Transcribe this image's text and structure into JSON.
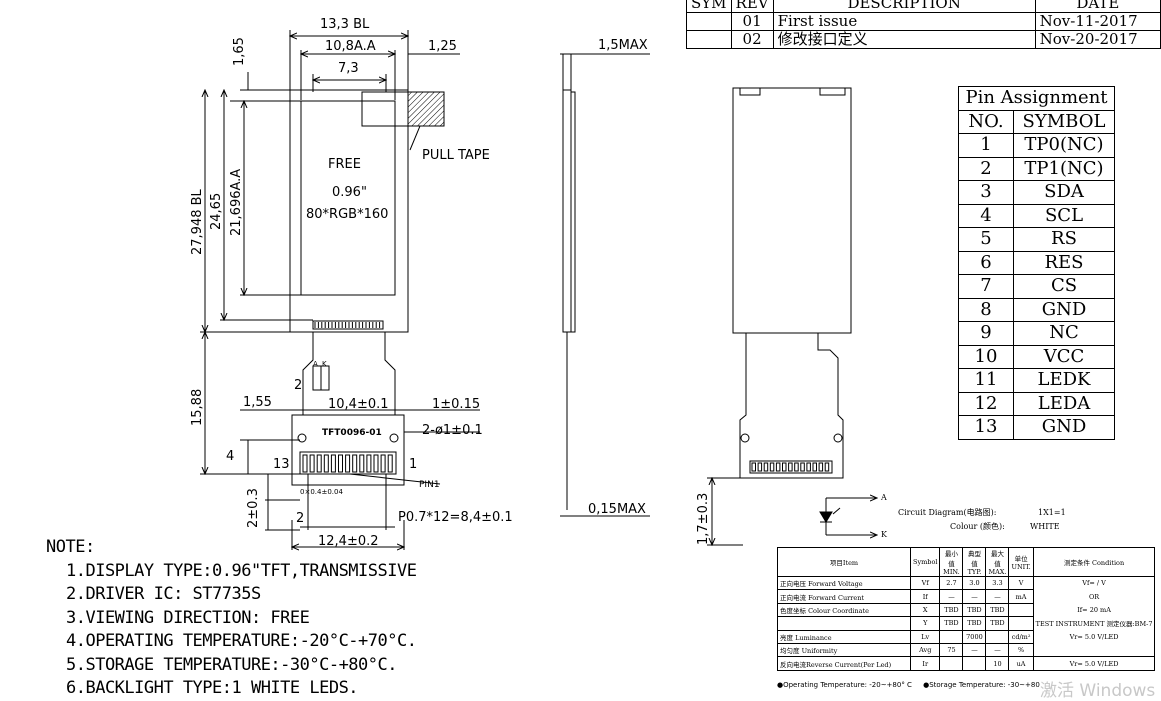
{
  "revision_table": {
    "headers": [
      "SYM",
      "REV",
      "DESCRIPTION",
      "DATE"
    ],
    "rows": [
      {
        "sym": "",
        "rev": "01",
        "description": "First issue",
        "date": "Nov-11-2017"
      },
      {
        "sym": "",
        "rev": "02",
        "description": "修改接口定义",
        "date": "Nov-20-2017"
      }
    ]
  },
  "pin_assignment": {
    "title": "Pin Assignment",
    "col_no": "NO.",
    "col_symbol": "SYMBOL",
    "pins": [
      {
        "no": "1",
        "symbol": "TP0(NC)"
      },
      {
        "no": "2",
        "symbol": "TP1(NC)"
      },
      {
        "no": "3",
        "symbol": "SDA"
      },
      {
        "no": "4",
        "symbol": "SCL"
      },
      {
        "no": "5",
        "symbol": "RS"
      },
      {
        "no": "6",
        "symbol": "RES"
      },
      {
        "no": "7",
        "symbol": "CS"
      },
      {
        "no": "8",
        "symbol": "GND"
      },
      {
        "no": "9",
        "symbol": "NC"
      },
      {
        "no": "10",
        "symbol": "VCC"
      },
      {
        "no": "11",
        "symbol": "LEDK"
      },
      {
        "no": "12",
        "symbol": "LEDA"
      },
      {
        "no": "13",
        "symbol": "GND"
      }
    ]
  },
  "front_view": {
    "dim_outline_width": "13,3 BL",
    "dim_active_width": "10,8A.A",
    "dim_inner_width": "7,3",
    "dim_top": "1,65",
    "dim_right": "1,25",
    "dim_total_height": "27,948 BL",
    "dim_height_2": "24,65",
    "dim_active_height": "21,696A.A",
    "screen_line1": "FREE",
    "screen_line2": "0.96\"",
    "screen_line3": "80*RGB*160",
    "pull_tape": "PULL TAPE",
    "dim_fpc_height": "15,88",
    "dim_1_55": "1,55",
    "dim_fpc_width": "10,4±0.1",
    "dim_tol": "1±0.15",
    "dim_hole": "2-ø1±0.1",
    "fpc_part": "TFT0096-01",
    "dim_4": "4",
    "dim_2a": "2",
    "dim_2b": "2",
    "pin_13": "13",
    "pin_1": "1",
    "pin1_label": "PIN1",
    "dim_2_0_3": "2±0.3",
    "dim_12_4": "12,4±0.2",
    "dim_pitch": "P0.7*12=8,4±0.1",
    "small_text": "0×0.4±0.04",
    "ak_a": "A",
    "ak_k": "K"
  },
  "side_view": {
    "dim_top": "1,5MAX",
    "dim_bottom": "0,15MAX"
  },
  "back_view": {
    "dim_side": "1,7±0.3"
  },
  "circuit": {
    "a": "A",
    "k": "K",
    "label": "Circuit Diagram(电路图):",
    "value": "1X1=1",
    "colour_label": "Colour (颜色):",
    "colour_value": "WHITE"
  },
  "spec_table": {
    "headers": [
      "项目Item",
      "Symbol",
      "最小值 MIN.",
      "典型值 TYP.",
      "最大值 MAX.",
      "单位 UNIT.",
      "测定条件 Condition"
    ],
    "rows": [
      [
        "正向电压 Forward Voltage",
        "Vf",
        "2.7",
        "3.0",
        "3.3",
        "V"
      ],
      [
        "正向电流 Forward Current",
        "If",
        "—",
        "—",
        "—",
        "mA"
      ],
      [
        "色度坐标 Colour Coordinate",
        "X",
        "TBD",
        "TBD",
        "TBD",
        ""
      ],
      [
        "",
        "Y",
        "TBD",
        "TBD",
        "TBD",
        ""
      ],
      [
        "亮度 Luminance",
        "Lv",
        "",
        "7000",
        "",
        "cd/m²"
      ],
      [
        "均匀度 Uniformity",
        "Avg",
        "75",
        "—",
        "—",
        "%"
      ],
      [
        "反向电流Reverse Current(Per Led)",
        "Ir",
        "",
        "",
        "10",
        "uA"
      ]
    ],
    "condition_1": "Vf= / V",
    "condition_2": "OR",
    "condition_3": "If= 20 mA",
    "condition_4": "TEST INSTRUMENT 测定仪器:BM-7",
    "condition_5": "Vr= 5.0 V/LED",
    "footer_operating": "●Operating Temperature: -20~+80° C",
    "footer_storage": "●Storage Temperature: -30~+80"
  },
  "notes": {
    "title": "NOTE:",
    "items": [
      "1.DISPLAY TYPE:0.96\"TFT,TRANSMISSIVE",
      "2.DRIVER IC: ST7735S",
      "3.VIEWING DIRECTION: FREE",
      "4.OPERATING TEMPERATURE:-20°C-+70°C.",
      "5.STORAGE TEMPERATURE:-30°C-+80°C.",
      "6.BACKLIGHT TYPE:1 WHITE LEDS."
    ]
  },
  "watermark": "激活 Windows"
}
